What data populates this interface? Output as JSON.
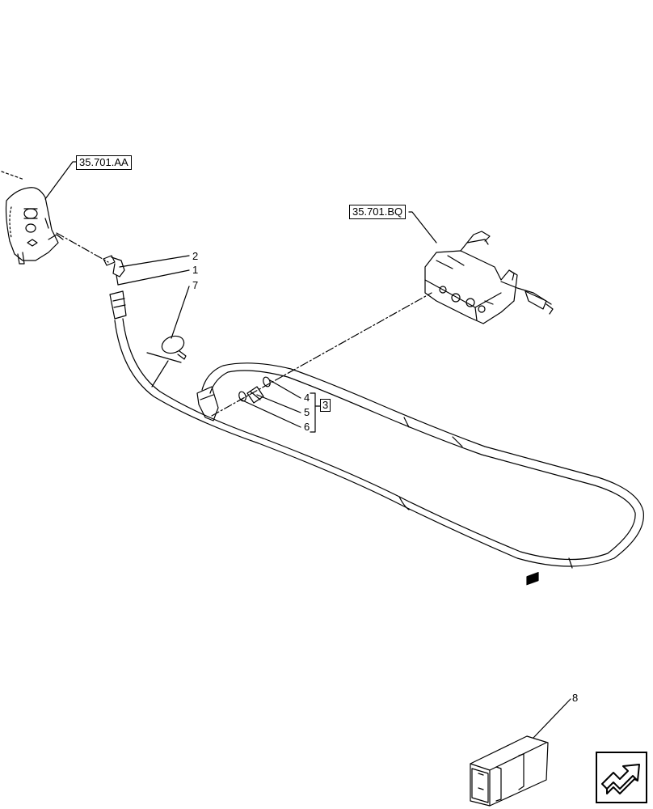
{
  "references": {
    "ref_left": "35.701.AA",
    "ref_right": "35.701.BQ"
  },
  "callouts": {
    "c1": "1",
    "c2": "2",
    "c3": "3",
    "c4": "4",
    "c5": "5",
    "c6": "6",
    "c7": "7",
    "c8": "8"
  },
  "icons": {
    "nav": "next-page-arrow-icon",
    "kit_box": "parts-kit-box-icon"
  }
}
